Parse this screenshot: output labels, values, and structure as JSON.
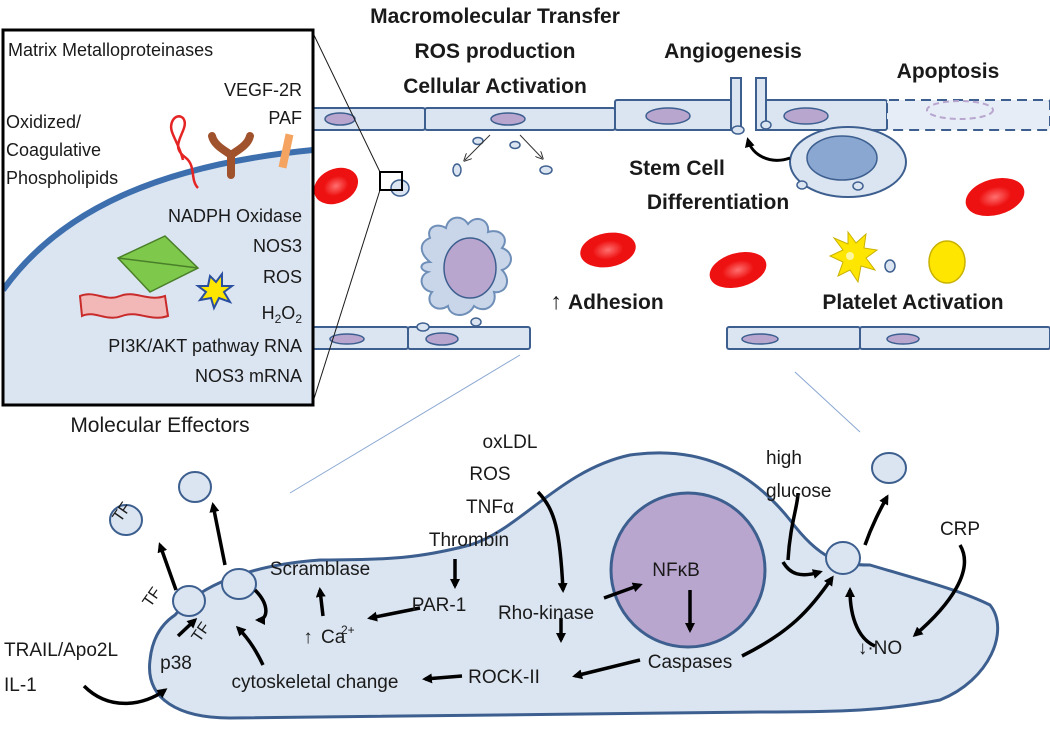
{
  "inset": {
    "items": [
      "Matrix Metalloproteinases",
      "VEGF-2R",
      "PAF",
      "Oxidized/",
      "Coagulative",
      "Phospholipids",
      "NADPH Oxidase",
      "NOS3",
      "ROS",
      "H2O2",
      "PI3K/AKT pathway RNA",
      "NOS3 mRNA"
    ],
    "caption": "Molecular Effectors"
  },
  "top": {
    "macromolecular": "Macromolecular Transfer",
    "ros_production": "ROS production",
    "cellular_activation": "Cellular Activation",
    "angiogenesis": "Angiogenesis",
    "apoptosis": "Apoptosis",
    "stem_cell_1": "Stem Cell",
    "stem_cell_2": "Differentiation",
    "adhesion": "Adhesion",
    "adhesion_arrow": "↑",
    "platelet": "Platelet Activation"
  },
  "cell": {
    "oxldl": "oxLDL",
    "ros": "ROS",
    "tnfa": "TNFα",
    "thrombin": "Thrombin",
    "par1": "PAR-1",
    "rho_kinase": "Rho-kinase",
    "nfkb": "NFκB",
    "caspases": "Caspases",
    "rock2": "ROCK-II",
    "cytoskeletal": "cytoskeletal change",
    "calcium": "Ca",
    "calcium_sup": "2+",
    "calcium_arrow": "↑",
    "scramblase": "Scramblase",
    "tf_a": "TF",
    "tf_b": "TF",
    "tf_c": "TF",
    "p38": "p38",
    "trail": "TRAIL/Apo2L",
    "il1": "IL-1",
    "high": "high",
    "glucose": "glucose",
    "crp": "CRP",
    "no": "↓·NO"
  },
  "colors": {
    "membrane": "#3d5f8f",
    "cell_fill": "#dbe5f1",
    "nucleus": "#b9a6cf",
    "rbc": "#ee1111",
    "platelet": "#ffe600"
  }
}
